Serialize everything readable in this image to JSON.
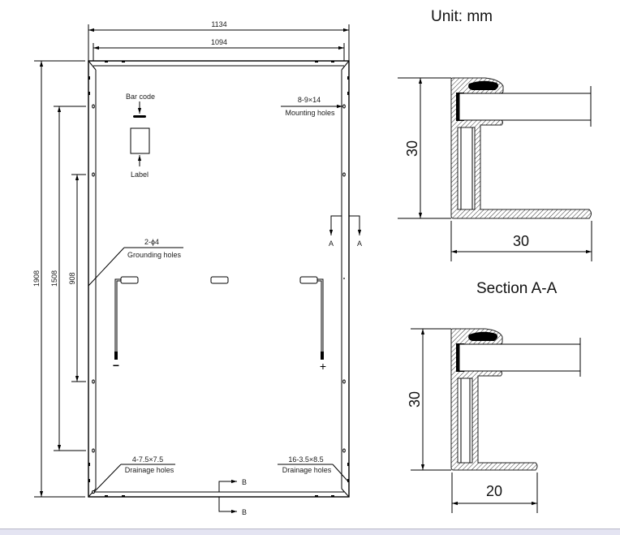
{
  "unit_label": "Unit: mm",
  "front_view": {
    "dim_outer_width": "1134",
    "dim_inner_width": "1094",
    "dim_height_total": "1908",
    "dim_mount_spacing": "1508",
    "dim_inner_spacing": "908",
    "bar_code_label": "Bar code",
    "label_label": "Label",
    "mounting_holes_spec": "8-9×14",
    "mounting_holes_label": "Mounting holes",
    "grounding_holes_spec": "2-ϕ4",
    "grounding_holes_label": "Grounding holes",
    "drainage_left_spec": "4-7.5×7.5",
    "drainage_left_label": "Drainage holes",
    "drainage_right_spec": "16-3.5×8.5",
    "drainage_right_label": "Drainage holes",
    "section_a_marker_left": "A",
    "section_a_marker_right": "A",
    "section_b_marker_top": "B",
    "section_b_marker_bottom": "B",
    "negative_terminal": "−",
    "positive_terminal": "+"
  },
  "section_top": {
    "height_dim": "30",
    "width_dim": "30"
  },
  "section_aa": {
    "title": "Section A-A",
    "height_dim": "30",
    "width_dim": "20"
  },
  "colors": {
    "line": "#000000",
    "background": "#ffffff",
    "footer_bar": "#e4e4f2"
  }
}
